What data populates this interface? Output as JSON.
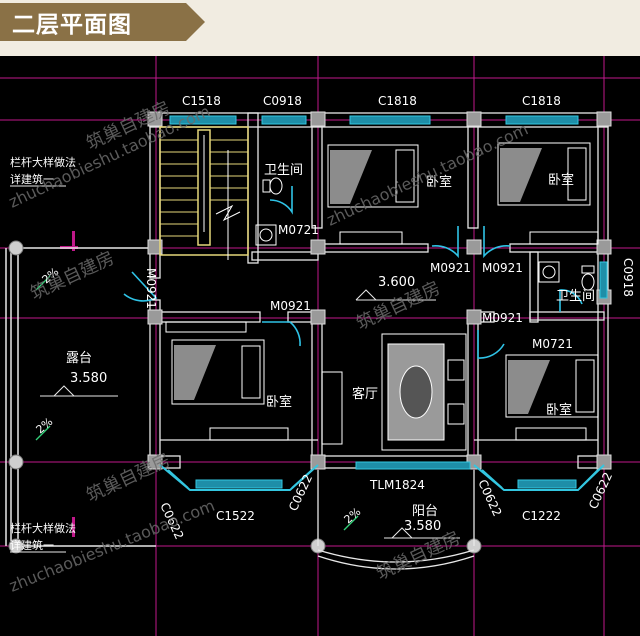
{
  "header": {
    "title": "二层平面图",
    "banner_color": "#8a7146",
    "background": "#f1ece1"
  },
  "colors": {
    "background": "#000000",
    "wall": "#e8e8e8",
    "window": "#33c6e0",
    "grid": "#c0188a",
    "stair": "#e6d77a",
    "text": "#ffffff",
    "door": "#2fc3e6",
    "watermark": "#6b6b6b"
  },
  "windows": {
    "c1518": "C1518",
    "c0918": "C0918",
    "c1818_a": "C1818",
    "c1818_b": "C1818",
    "c0918_right": "C0918",
    "c0622_a": "C0622",
    "c0622_b": "C0622",
    "c0622_c": "C0622",
    "c0622_d": "C0622",
    "c1522": "C1522",
    "c1222": "C1222",
    "tlm1824": "TLM1824"
  },
  "doors": {
    "m0721_a": "M0721",
    "m0721_b": "M0721",
    "m0921_stair": "M0921",
    "m0921_a": "M0921",
    "m0921_b": "M0921",
    "m0921_c": "M0921",
    "m0921_d": "M0921"
  },
  "rooms": {
    "bathroom_a": "卫生间",
    "bathroom_b": "卫生间",
    "bedroom_a": "卧室",
    "bedroom_b": "卧室",
    "bedroom_c": "卧室",
    "bedroom_d": "卧室",
    "living": "客厅",
    "terrace": "露台",
    "balcony": "阳台"
  },
  "levels": {
    "floor": "3.600",
    "terrace": "3.580",
    "balcony": "3.580"
  },
  "slopes": {
    "terrace_1": "2%",
    "terrace_2": "2%",
    "balcony": "2%"
  },
  "notes": {
    "railing_top_1": "栏杆大样做法",
    "railing_top_2": "详建筑一",
    "railing_bottom_1": "栏杆大样做法",
    "railing_bottom_2": "详建筑一"
  },
  "watermarks": {
    "brand_1": "筑巢自建房",
    "brand_2": "筑巢自建房",
    "brand_3": "筑巢自建房",
    "brand_4": "筑巢自建房",
    "brand_5": "筑巢自建房",
    "url_1": "zhuchaobieshu.taobao.com",
    "url_2": "zhuchaobieshu.taobao.com",
    "url_3": "zhuchaobieshu.taobao.com"
  }
}
